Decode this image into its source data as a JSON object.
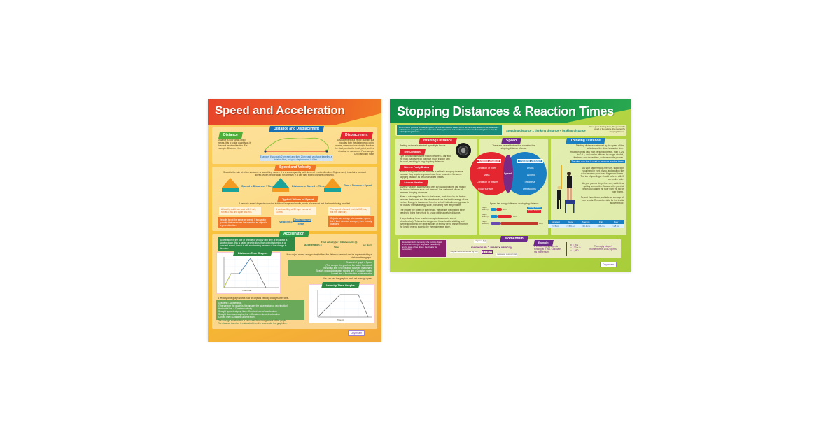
{
  "page": {
    "background": "#ffffff"
  },
  "posters": {
    "left": {
      "title": "Speed and Acceleration",
      "header_color": "#e8452a",
      "background_color": "#f9c441",
      "sections": {
        "distance_displacement": {
          "heading": "Distance and Displacement",
          "distance_tag": "Distance",
          "distance_text": "Distance is how far an object moves. It is a scalar quantity as it does not involve direction. For example: Dino ran 5 km.",
          "displacement_tag": "Displacement",
          "displacement_text": "Displacement is a vector quantity that includes both the distance an object moves, measured in a straight line from the start point to the finish point, and the direction of movement. For example: Dino ran 5 km north.",
          "diagram_distance_label": "Distance",
          "diagram_displacement_label": "Displacement",
          "example": "Example: If you walk 2 km east and then 2 km west, you have travelled a total of 4 km, but your displacement is 0 km."
        },
        "speed_velocity": {
          "heading": "Speed and Velocity",
          "intro": "Speed is the rate at which someone or something moves. It is a scalar quantity as it does not involve direction. Objects rarely travel at a constant speed. When people walk, run or travel in a car, their speed changes constantly.",
          "triangles": [
            {
              "top": "D",
              "left": "S",
              "right": "T",
              "formula": "Speed = Distance ÷ Time"
            },
            {
              "top": "D",
              "left": "S",
              "right": "T",
              "formula": "Distance = Speed × Time"
            },
            {
              "top": "D",
              "left": "S",
              "right": "T",
              "formula": "Time = Distance ÷ Speed"
            }
          ],
          "typical_speeds_tag": "Typical Values of Speed",
          "typical_intro": "A person's speed depends upon the individual's age and health, mode of transport and the terrain being travelled.",
          "typical_values": [
            "A healthy adult can walk at 1.5 m/s, run at 3 m/s and cycle at 6 m/s.",
            "A car travelling at 30 mph moves at 13 m/s.",
            "The speed of sound in air is 330 m/s, but this can vary."
          ],
          "velocity_text": "Velocity is not the same as speed. It is a vector quantity that measures the speed of an object in a given direction.",
          "velocity_formula_lhs": "Velocity =",
          "velocity_formula_num": "Displacement",
          "velocity_formula_den": "Time",
          "velocity_note": "Objects can change at a constant speed, but if their direction changes, their velocity changes."
        },
        "acceleration": {
          "heading": "Acceleration",
          "intro": "Acceleration is the rate of change of velocity with time. If an object is slowing down, this is called deceleration. If an object is turning at a constant speed, then it is still accelerating because of the change in direction.",
          "formula_lhs": "Acceleration =",
          "formula_num": "Final velocity (v) − Initial velocity (u)",
          "formula_den": "Time",
          "formula_symbolic": "a = Δv / t",
          "dt_graph_title": "Distance-Time Graphs",
          "dt_graph_xlabel": "Time of day",
          "dt_graph_ylabel": "Distance from home (km)",
          "dt_notes_intro": "If an object moves along a straight line, the distance travelled can be represented by a distance-time graph.",
          "dt_notes": [
            "Gradient of graph = Speed",
            "(The steeper the graph is, the faster the speed)",
            "Horizontal line = No distance travelled (stationary)",
            "Straight upward/downward sloping line = Constant speed",
            "Curved line = Acceleration or deceleration"
          ],
          "dt_note_footer": "You can use the graph to work out average speed.",
          "vt_graph_title": "Velocity-Time Graphs",
          "vt_graph_xlabel": "Time (s)",
          "vt_graph_ylabel": "Velocity (m/s)",
          "vt_intro": "A velocity-time graph shows how an object's velocity changes over time.",
          "vt_notes": [
            "Gradient = Acceleration",
            "(The steeper the graph is, the greater the acceleration or deceleration)",
            "Horizontal line = Constant velocity",
            "Straight upward sloping line = Constant rate of acceleration",
            "Straight downward sloping line = Constant rate of deceleration",
            "Curved line = Changing acceleration"
          ],
          "vt_footer_1": "The average acceleration is calculated from the gradient of the graph.",
          "vt_footer_2": "The distance travelled is calculated from the area under the graph line."
        }
      },
      "logo": "Daydream"
    },
    "right": {
      "title": "Stopping Distances & Reaction Times",
      "header_color": "#118c46",
      "background_color": "#b6d545",
      "intro": "When a driver performs an emergency stop, the time and distance it takes for the vehicle to stop depend on the distance the vehicle travels during the driver's reaction time (thinking distance) and the distance it takes for the braking force to stop the vehicle (braking distance).",
      "equation": "Stopping distance = thinking distance + braking distance",
      "equation_note": "For a given braking force, the greater the speed of the vehicle, the greater the stopping distance.",
      "braking": {
        "heading": "Braking Distance",
        "intro": "Braking distance is affected by multiple factors.",
        "subsections": [
          {
            "tag": "Tyre Condition",
            "text": "Tyre condition affects the friction between a car and the road. Bald tyres do not have much traction with the road, resulting in long stopping distances."
          },
          {
            "tag": "Worn or Faulty Brakes",
            "text": "Worn or faulty brakes can increase a vehicle's stopping distance because they require a greater input force to achieve the same stopping distance as well-maintained brakes."
          },
          {
            "tag": "Adverse Weather",
            "text": "Adverse weather and travelling over icy road conditions can reduce the friction between a car and the road. Ice, water and oil can all increase stopping distances."
          }
        ],
        "paragraphs": [
          "When a driver applies force to the brakes, work done by the friction between the brakes and the wheels reduces the kinetic energy of the vehicle. Energy is transferred from the vehicle's kinetic energy store to the brakes' thermal energy store, increasing their temperature.",
          "The greater the speed of the vehicle, the greater the braking force needed to bring the vehicle to a stop within a certain distance.",
          "A large braking force results in a rapid decrease in speed (deceleration). This can be dangerous. It can lead to skidding and overheating due to the large amount of energy being transferred from the kinetic energy store to the thermal energy store."
        ]
      },
      "speed": {
        "heading": "Speed",
        "intro": "There are several factors that can affect the stopping distance of a car.",
        "venn_left_title": "Braking Distance",
        "venn_left_items": [
          "Condition of tyres",
          "Mass",
          "Condition of brakes",
          "Road surface"
        ],
        "venn_center": "Speed",
        "venn_right_title": "Thinking Distance",
        "venn_right_items": [
          "Drugs",
          "Alcohol",
          "Tiredness",
          "Distractions"
        ],
        "bar_caption": "Speed has a huge influence on stopping distance.",
        "bars": [
          {
            "label": "20mph (32km/h)",
            "thinking": "6m",
            "braking": "6m",
            "total": "12m"
          },
          {
            "label": "40mph (64km/h)",
            "thinking": "12m",
            "braking": "24m",
            "total": "36m"
          },
          {
            "label": "70mph (112km/h)",
            "thinking": "21m",
            "braking": "75m",
            "total": "96m"
          }
        ],
        "legend": [
          {
            "label": "Thinking distance",
            "color": "#1b8fd0"
          },
          {
            "label": "Braking distance",
            "color": "#e3262f"
          }
        ]
      },
      "thinking": {
        "heading": "Thinking Distance",
        "intro": "Thinking distance is affected by the speed of the vehicle and the driver's reaction time.",
        "reaction": "Reaction times vary from person to person, from 0.2 s to 0.9 s, and can be affected by drugs, alcohol, tiredness and distractions, such as mobile phones.",
        "ruler_tag": "The ruler drop test is used to measure reaction times.",
        "steps": [
          "As your partner holds the ruler, stand with your hand in front of you, and position the ruler between your index finger and thumb. The top of your finger should be level with 0 cm on the ruler.",
          "As your partner drops the ruler, catch it as quickly as possible. Measure the point at which you caught the ruler from the top of your thumb.",
          "Repeat three times, and take an average of your results. Remember data for the test is shown below."
        ],
        "table_headers": [
          "Excellent",
          "Good",
          "Average",
          "Fair",
          "Poor"
        ],
        "table_values": [
          "<7.5 cm",
          "<15.9 cm",
          "<20.4 cm",
          "<28 cm",
          ">28 cm"
        ]
      },
      "momentum": {
        "heading": "Momentum",
        "definition": "Momentum is the tendency of a moving object to continue moving. The greater the velocity and/or mass of the object, the greater its momentum.",
        "formula": "momentum = mass × velocity",
        "formula_symbolic": "p = m v",
        "label_mass": "kilograms (kg)",
        "label_momentum": "kilogram metres per second (kg m/s)",
        "label_velocity": "metres per second (m/s)",
        "example_tag": "Example:",
        "example_text": "A 120 kg rugby player is running at 9 m/s. Calculate his momentum.",
        "example_calc": [
          "p = m v",
          "= 120 × 9",
          "= 1,080"
        ],
        "example_answer": "The rugby player's momentum is 1,080 kg m/s."
      },
      "logo": "Daydream"
    }
  }
}
